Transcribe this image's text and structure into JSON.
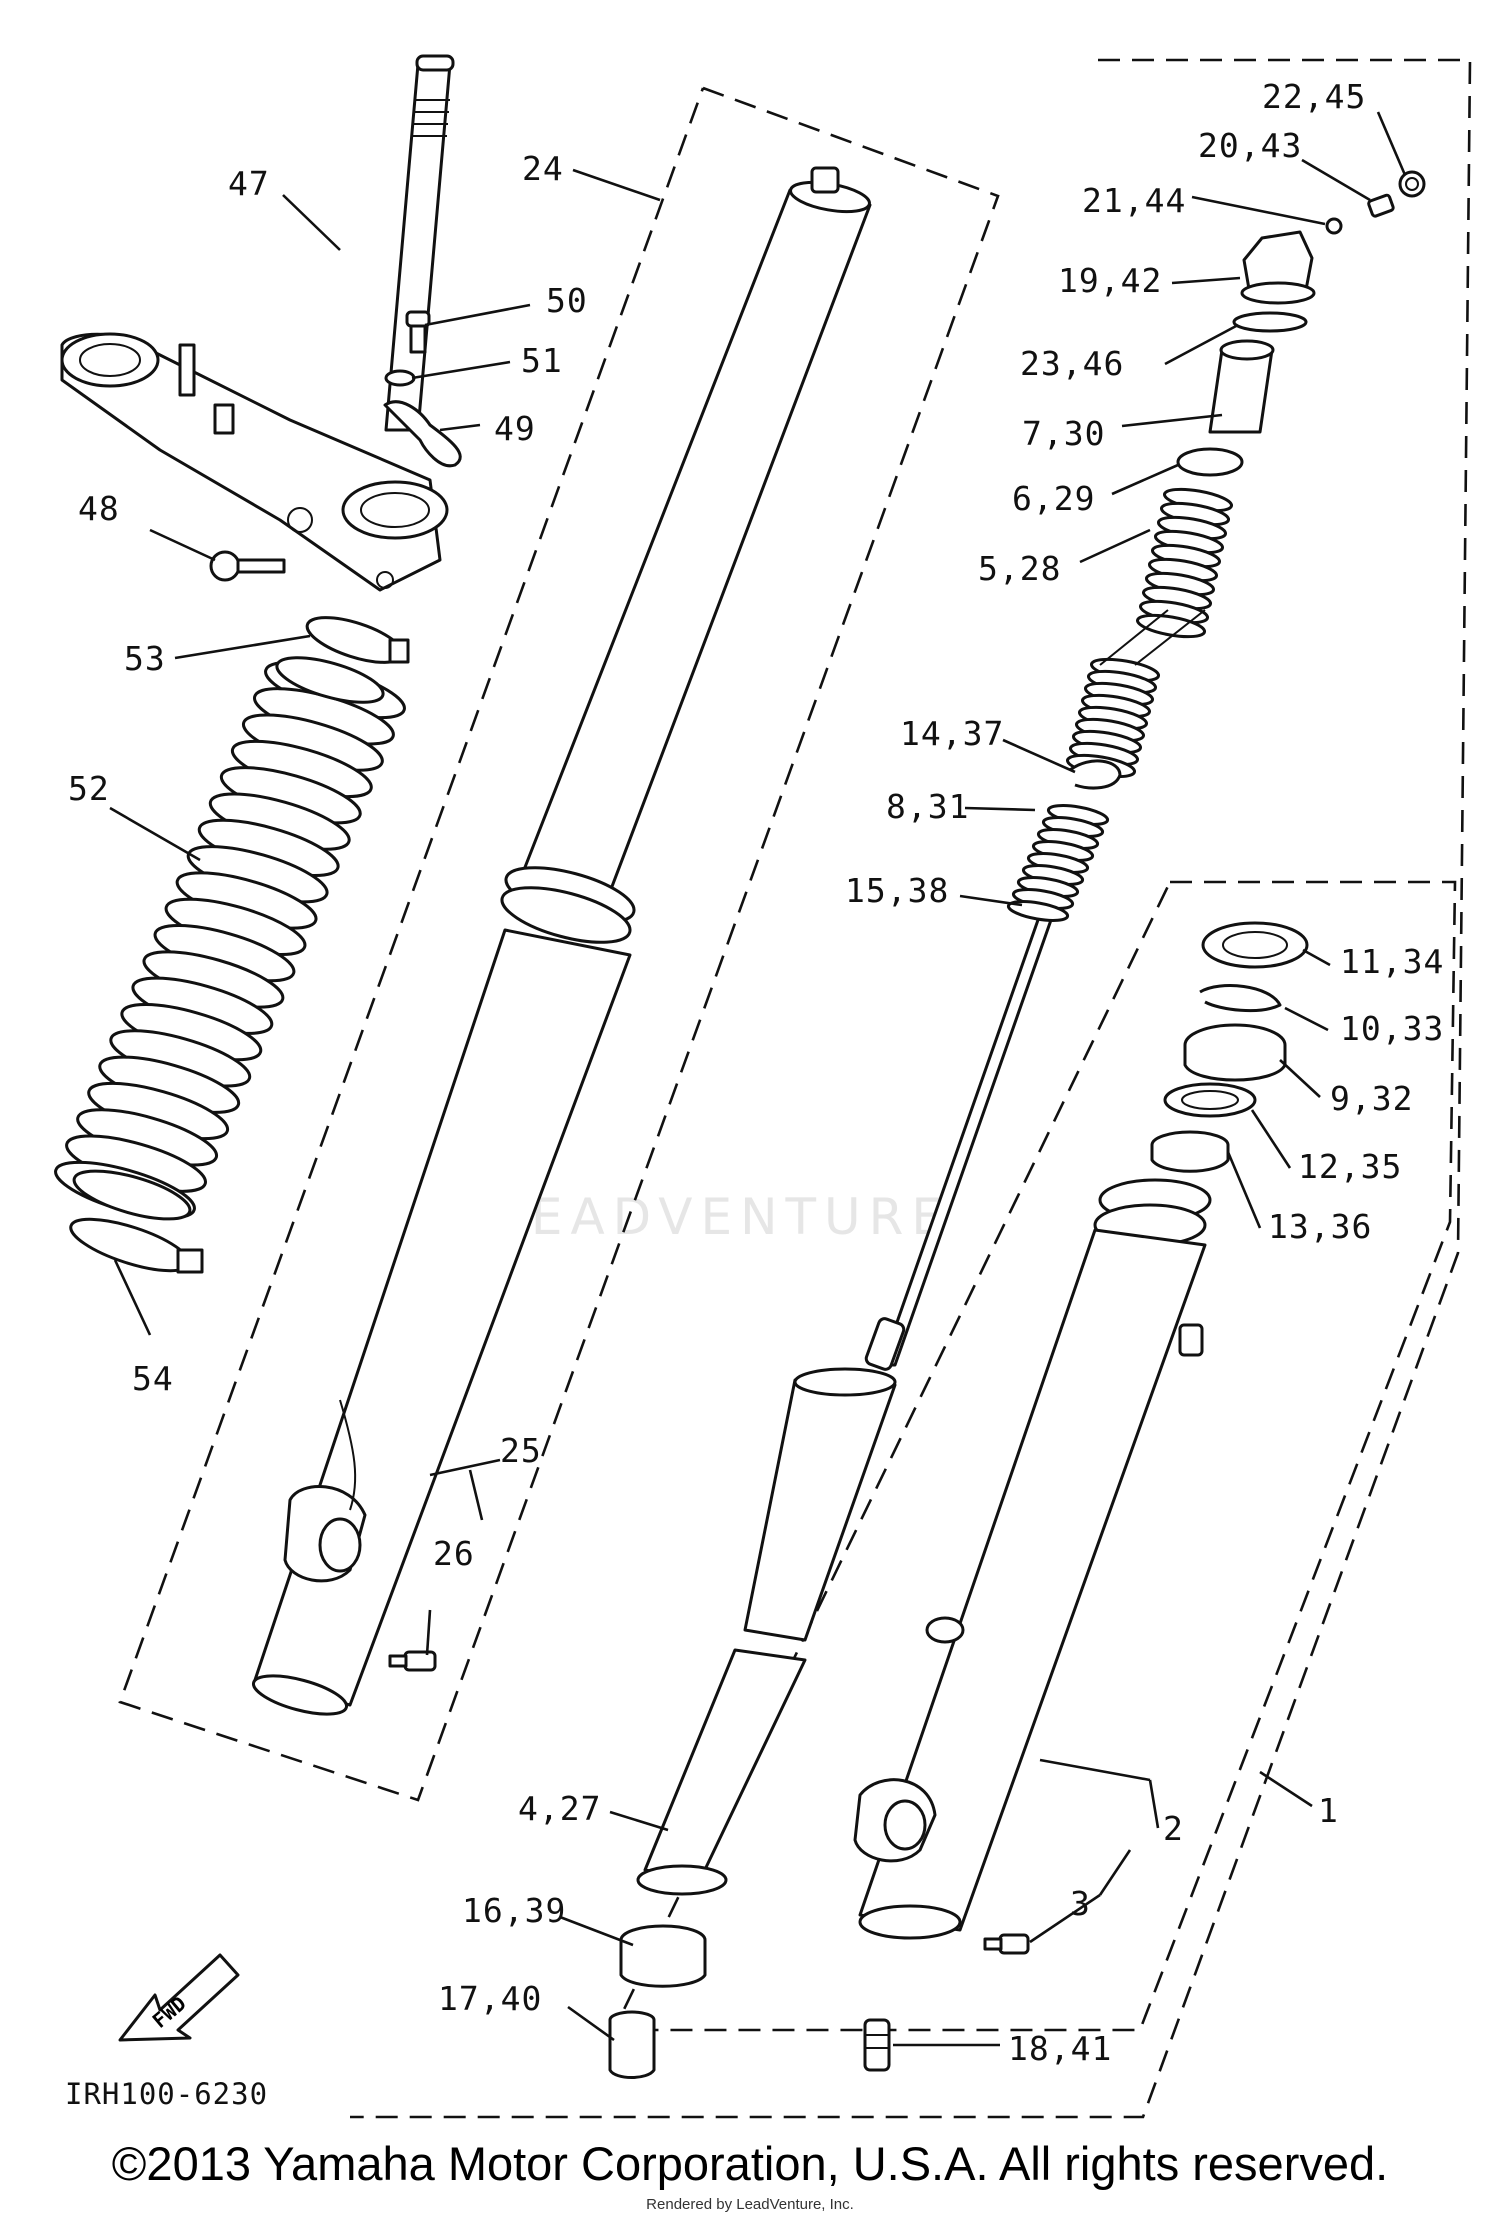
{
  "diagram": {
    "code": "IRH100-6230",
    "fwd_label": "FWD",
    "watermark_text": "LEADVENTURE",
    "labels": {
      "l1": "1",
      "l2": "2",
      "l3": "3",
      "l11_34": "11,34",
      "l10_33": "10,33",
      "l9_32": "9,32",
      "l12_35": "12,35",
      "l13_36": "13,36",
      "l22_45": "22,45",
      "l20_43": "20,43",
      "l21_44": "21,44",
      "l19_42": "19,42",
      "l23_46": "23,46",
      "l7_30": "7,30",
      "l6_29": "6,29",
      "l5_28": "5,28",
      "l14_37": "14,37",
      "l8_31": "8,31",
      "l15_38": "15,38",
      "l4_27": "4,27",
      "l16_39": "16,39",
      "l17_40": "17,40",
      "l18_41": "18,41",
      "l24": "24",
      "l25": "25",
      "l26": "26",
      "l47": "47",
      "l48": "48",
      "l49": "49",
      "l50": "50",
      "l51": "51",
      "l52": "52",
      "l53": "53",
      "l54": "54"
    }
  },
  "footer": {
    "copyright": "©2013 Yamaha Motor Corporation, U.S.A. All rights reserved.",
    "rendered_by": "Rendered by LeadVenture, Inc."
  }
}
